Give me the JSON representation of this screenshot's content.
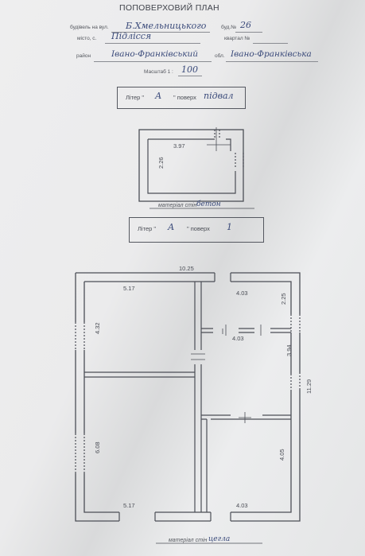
{
  "header": {
    "title": "ПОПОВЕРХОВИЙ ПЛАН",
    "street_label": "будівель на вул.",
    "street_value": "Б.Хмельницького",
    "house_label": "буд.№",
    "house_value": "26",
    "city_label": "місто, с.",
    "city_value": "Підлісся",
    "block_label": "квартал №",
    "district_label": "район",
    "district_value": "Івано-Франківський",
    "oblast_label": "обл.",
    "oblast_value": "Івано-Франківська",
    "scale_label": "Масштаб 1 :",
    "scale_value": "100"
  },
  "basement": {
    "litera_label": "Літер \"",
    "litera_value": "А",
    "floor_label": "\" поверх",
    "floor_value": "підвал",
    "dim_top": "3.97",
    "dim_left": "2.26",
    "material_label": "матеріал стін",
    "material_value": "бетон"
  },
  "floor1": {
    "litera_label": "Літер \"",
    "litera_value": "А",
    "floor_label": "\" поверх",
    "floor_value": "1",
    "dims": {
      "total_width": "10.25",
      "top_left_room": "5.17",
      "top_right_room": "4.03",
      "inner_corridor": "4.03",
      "left_upper": "4.32",
      "right_upper": "2.25",
      "right_middle": "3.94",
      "right_total": "11.29",
      "left_lower": "6.08",
      "right_lower": "4.05",
      "bottom_left": "5.17",
      "bottom_right": "4.03"
    },
    "material_label": "матеріал стін",
    "material_value": "цегла"
  }
}
